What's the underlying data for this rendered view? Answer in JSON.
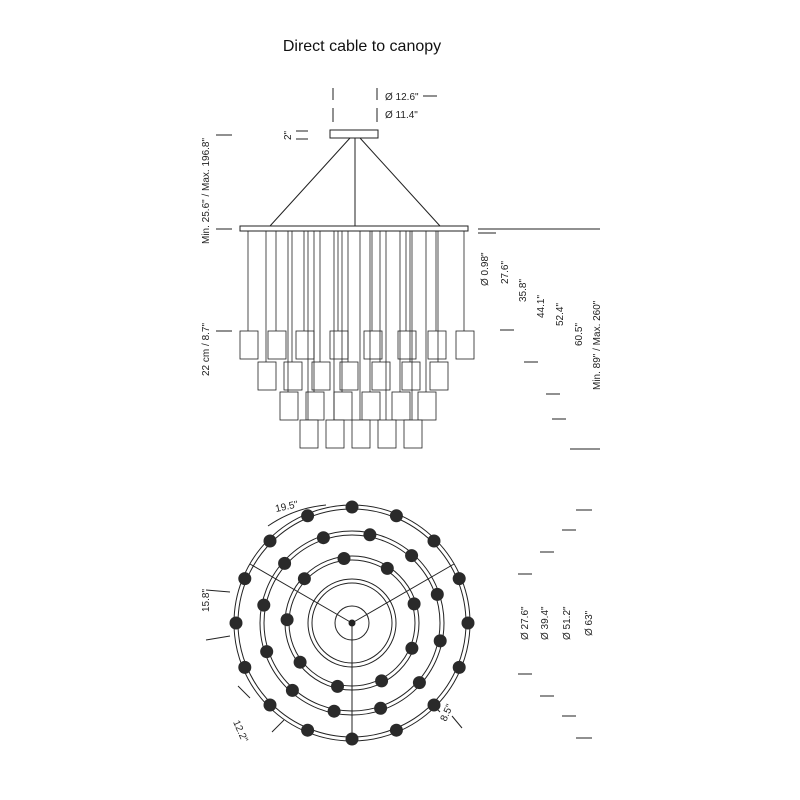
{
  "title": "Direct cable to canopy",
  "elevation": {
    "canopy_dims": [
      "Ø 12.6\"",
      "Ø 11.4\""
    ],
    "canopy_height": "2\"",
    "cable_length": "Min. 25.6\" / Max. 196.8\"",
    "tube_drop": "22 cm / 8.7\"",
    "tube_diameter": "Ø 0.98\"",
    "tier_heights": [
      "27.6\"",
      "35.8\"",
      "44.1\"",
      "52.4\"",
      "60.5\""
    ],
    "overall_height": "Min. 89\" / Max. 260\""
  },
  "plan": {
    "spacings": [
      "19.5\"",
      "15.8\"",
      "12.2\"",
      "8.5\""
    ],
    "ring_diameters": [
      "Ø 27.6\"",
      "Ø 39.4\"",
      "Ø 51.2\"",
      "Ø 63\""
    ]
  },
  "colors": {
    "line": "#222222",
    "shade_fill": "#2a2a2a",
    "page": "#ffffff"
  }
}
